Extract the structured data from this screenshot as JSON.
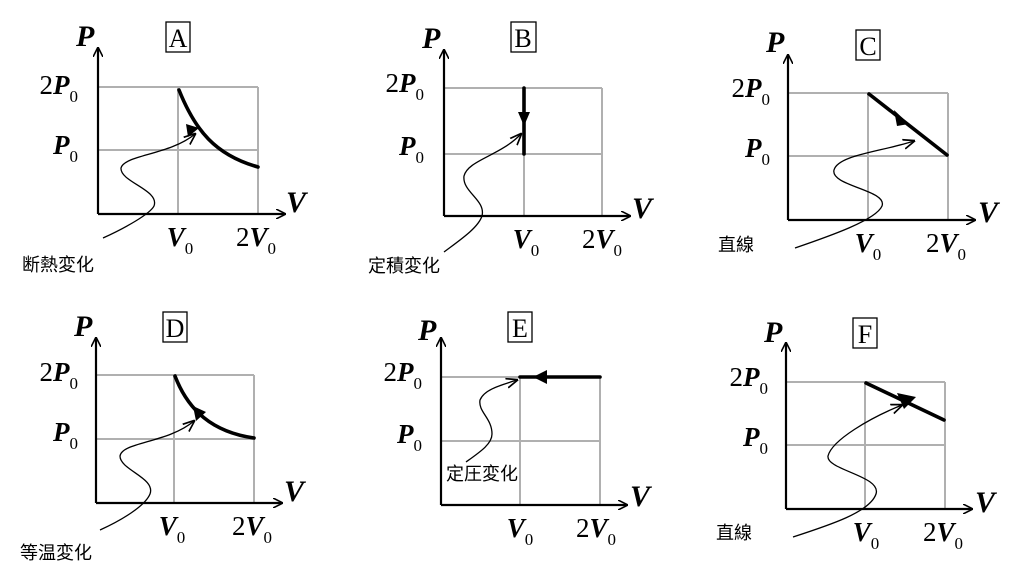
{
  "axis_labels": {
    "y": "P",
    "x": "V"
  },
  "tick_symbols": {
    "p_letter": "P",
    "v_letter": "V",
    "sub": "0",
    "two": "2"
  },
  "panels": [
    {
      "id": "A",
      "caption": "断熱変化"
    },
    {
      "id": "B",
      "caption": "定積変化"
    },
    {
      "id": "C",
      "caption": "直線"
    },
    {
      "id": "D",
      "caption": "等温変化"
    },
    {
      "id": "E",
      "caption": "定圧変化"
    },
    {
      "id": "F",
      "caption": "直線"
    }
  ],
  "colors": {
    "line": "#000000",
    "grid": "#b0b0b0",
    "background": "#ffffff"
  }
}
